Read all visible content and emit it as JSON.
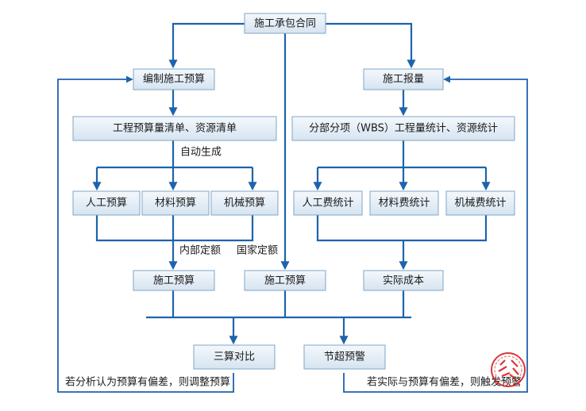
{
  "boxes": {
    "contract": "施工承包合同",
    "compile_budget": "编制施工预算",
    "construction_quote": "施工报量",
    "budget_list": "工程预算量清单、资源清单",
    "wbs_stats": "分部分项（WBS）工程量统计、资源统计",
    "labor_budget": "人工预算",
    "material_budget": "材料预算",
    "machine_budget": "机械预算",
    "labor_cost": "人工费统计",
    "material_cost": "材料费统计",
    "machine_cost": "机械费统计",
    "construction_budget_1": "施工预算",
    "construction_budget_2": "施工预算",
    "actual_cost": "实际成本",
    "three_compare": "三算对比",
    "overrun_warning": "节超预警"
  },
  "labels": {
    "auto_generate": "自动生成",
    "internal_quota": "内部定额",
    "national_quota": "国家定额",
    "feedback_left": "若分析认为预算有偏差，则调整预算",
    "feedback_right": "若实际与预算有偏差，则触发预警"
  },
  "seal": {
    "text": "建文"
  },
  "colors": {
    "line": "#1e63ad",
    "box_border": "#7fa6c6",
    "box_fill_top": "#f4f8fc",
    "box_fill_bottom": "#d6e4f1",
    "seal": "#d62020"
  }
}
